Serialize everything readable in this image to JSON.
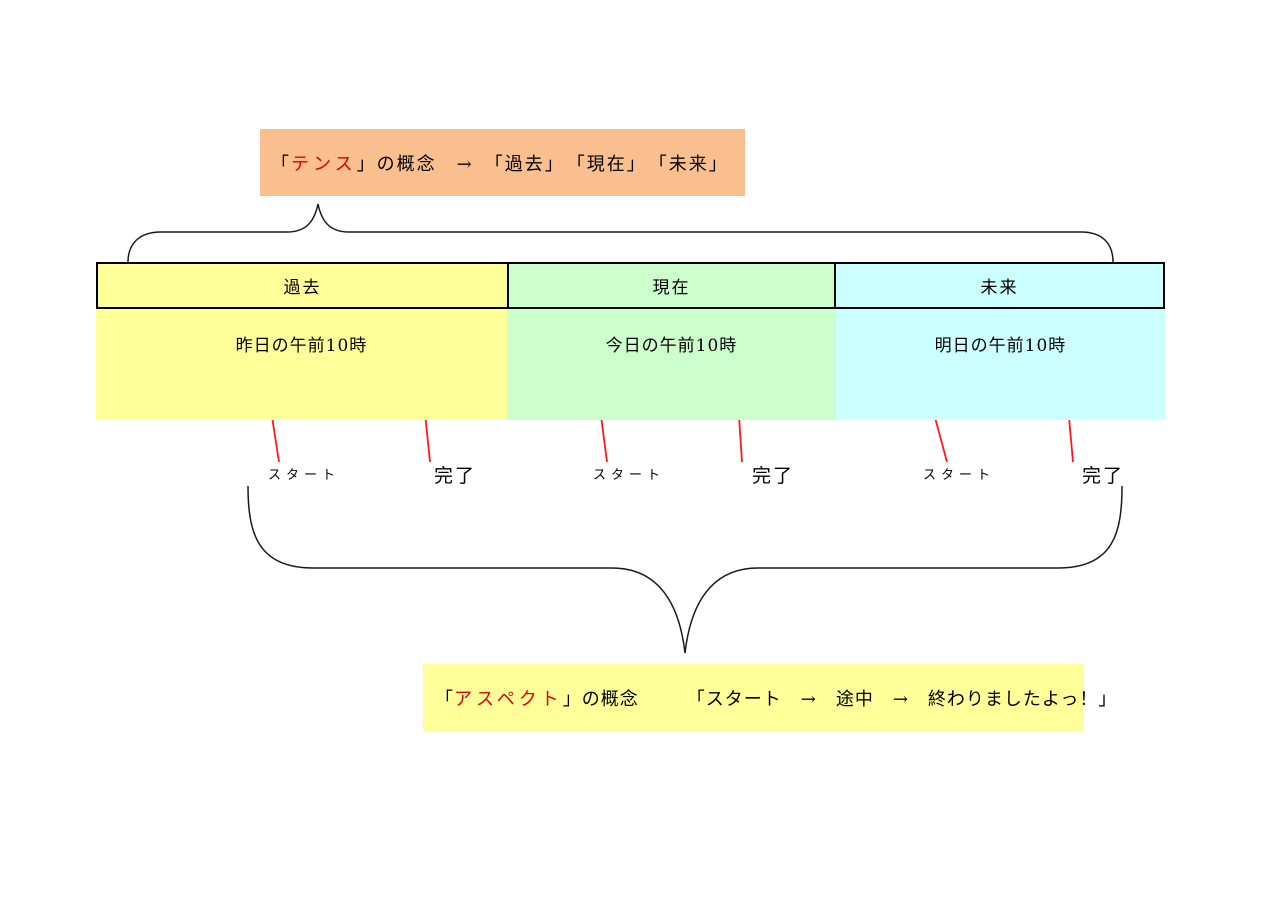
{
  "tense_box": {
    "open": "「",
    "keyword": "テンス",
    "rest": "」の概念　→　「過去」　「現在」　「未来」"
  },
  "timeline_table": {
    "columns": [
      {
        "id": "past",
        "header": "過去",
        "time_label": "昨日の午前10時",
        "color": "#FFFF99"
      },
      {
        "id": "present",
        "header": "現在",
        "time_label": "今日の午前10時",
        "color": "#CCFFCC"
      },
      {
        "id": "future",
        "header": "未来",
        "time_label": "明日の午前10時",
        "color": "#CCFFFF"
      }
    ],
    "start_label": "スタート",
    "completion_label": "完了"
  },
  "aspect_box": {
    "open": "「",
    "keyword": "アスペクト",
    "rest": "」の概念　　　「スタート　→　途中　→　終わりましたよっ！」"
  },
  "colors": {
    "tense_box_bg": "#FABF8F",
    "aspect_box_bg": "#FFFF99",
    "past_bg": "#FFFF99",
    "present_bg": "#CCFFCC",
    "future_bg": "#CCFFFF",
    "keyword_red": "#E00000",
    "pointer_red": "#FF1A1A",
    "line_black": "#000000"
  }
}
